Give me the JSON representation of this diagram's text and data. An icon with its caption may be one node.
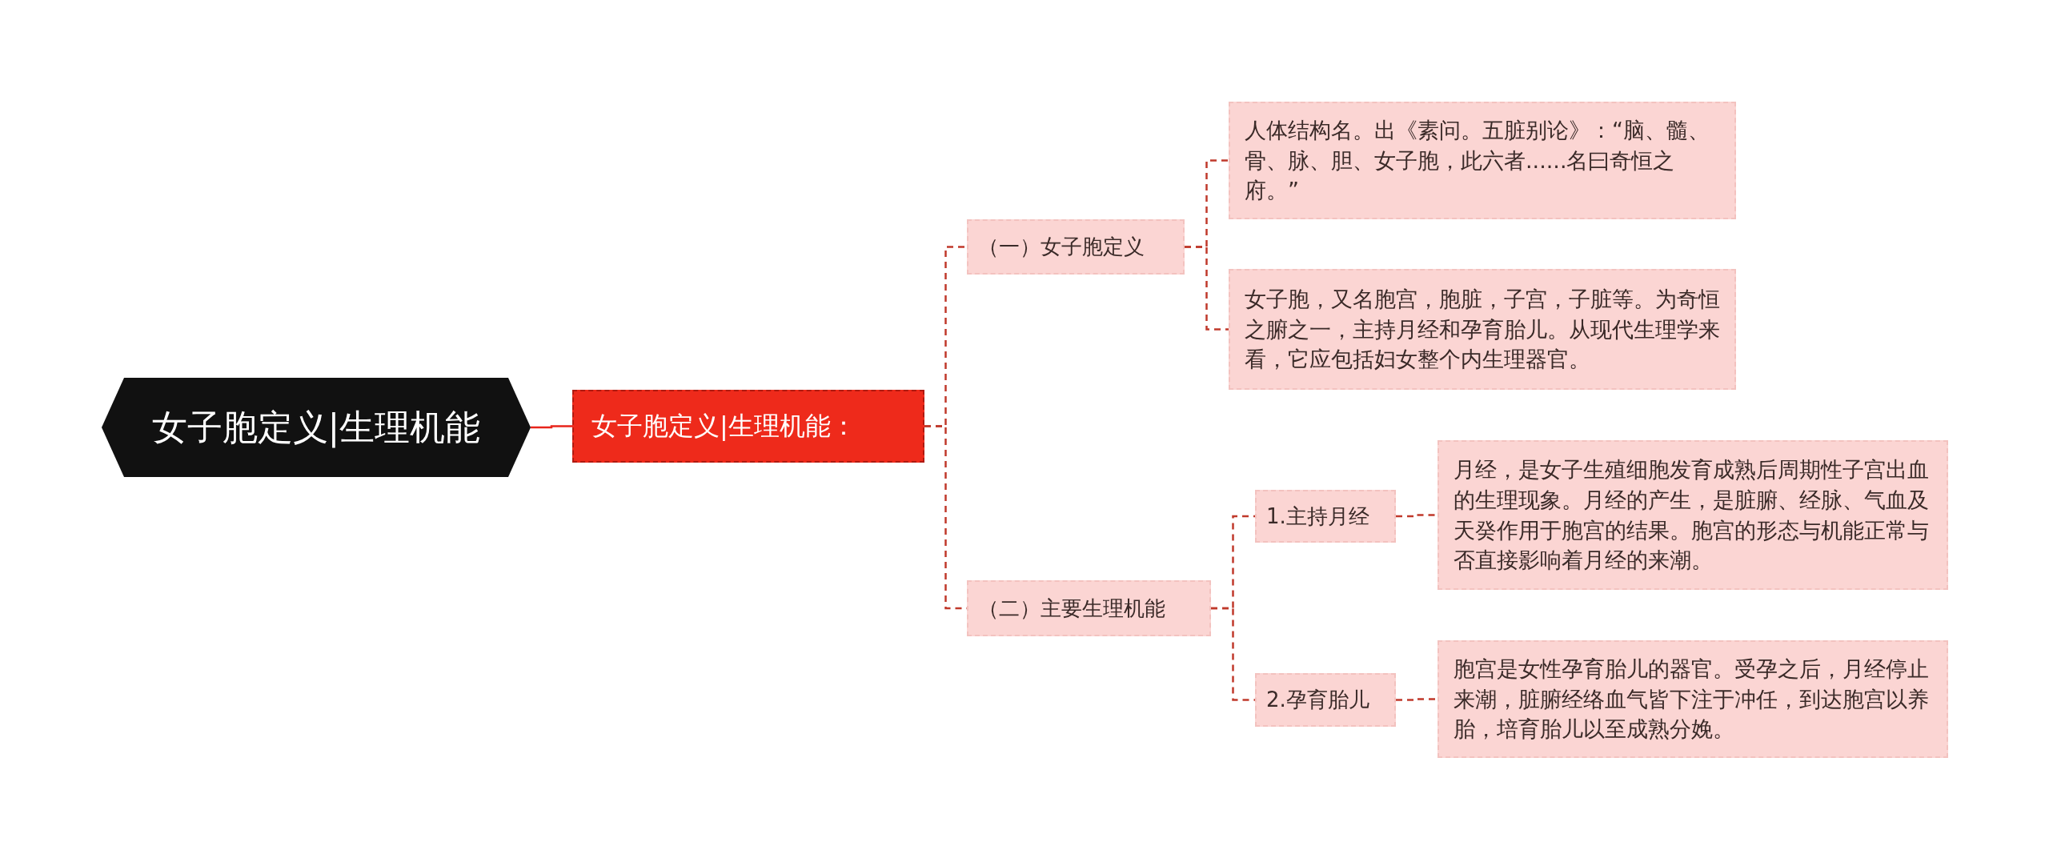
{
  "diagram": {
    "nodes": [
      {
        "text": [
          "女子胞定义|生理机能"
        ]
      },
      {
        "text": [
          "女子胞定义|生理机能："
        ]
      },
      {
        "text": [
          "（一）女子胞定义"
        ]
      },
      {
        "text": [
          "人体结构名。出《素问。五脏别论》：“脑、髓、骨、脉、胆、女子胞，此六者......名曰奇恒之府。”"
        ]
      },
      {
        "text": [
          "女子胞，又名胞宫，胞脏，子宫，子脏等。为奇恒之腑之一，主持月经和孕育胎儿。从现代生理学来看，它应包括妇女整个内生理器官。"
        ]
      },
      {
        "text": [
          "（二）主要生理机能"
        ]
      },
      {
        "text": [
          "1.主持月经"
        ]
      },
      {
        "text": [
          "月经，是女子生殖细胞发育成熟后周期性子宫出血的生理现象。月经的产生，是脏腑、经脉、气血及天癸作用于胞宫的结果。胞宫的形态与机能正常与否直接影响着月经的来潮。"
        ]
      },
      {
        "text": [
          "2.孕育胎儿"
        ]
      },
      {
        "text": [
          "胞宫是女性孕育胎儿的器官。受孕之后，月经停止来潮，脏腑经络血气皆下注于冲任，到达胞宫以养胎，培育胎儿以至成熟分娩。"
        ]
      }
    ],
    "edges": [
      {
        "from": 0,
        "to": 1,
        "arrow": "none",
        "color": "#e8251b"
      },
      {
        "from": 1,
        "to": 2,
        "arrow": "none",
        "style": "dashed"
      },
      {
        "from": 1,
        "to": 5,
        "arrow": "none",
        "style": "dashed"
      },
      {
        "from": 2,
        "to": 3,
        "arrow": "none",
        "style": "dashed"
      },
      {
        "from": 2,
        "to": 4,
        "arrow": "none",
        "style": "dashed"
      },
      {
        "from": 5,
        "to": 6,
        "arrow": "none",
        "style": "dashed"
      },
      {
        "from": 5,
        "to": 8,
        "arrow": "none",
        "style": "dashed"
      },
      {
        "from": 6,
        "to": 7,
        "arrow": "none",
        "style": "dashed"
      },
      {
        "from": 8,
        "to": 9,
        "arrow": "none",
        "style": "dashed"
      }
    ]
  }
}
